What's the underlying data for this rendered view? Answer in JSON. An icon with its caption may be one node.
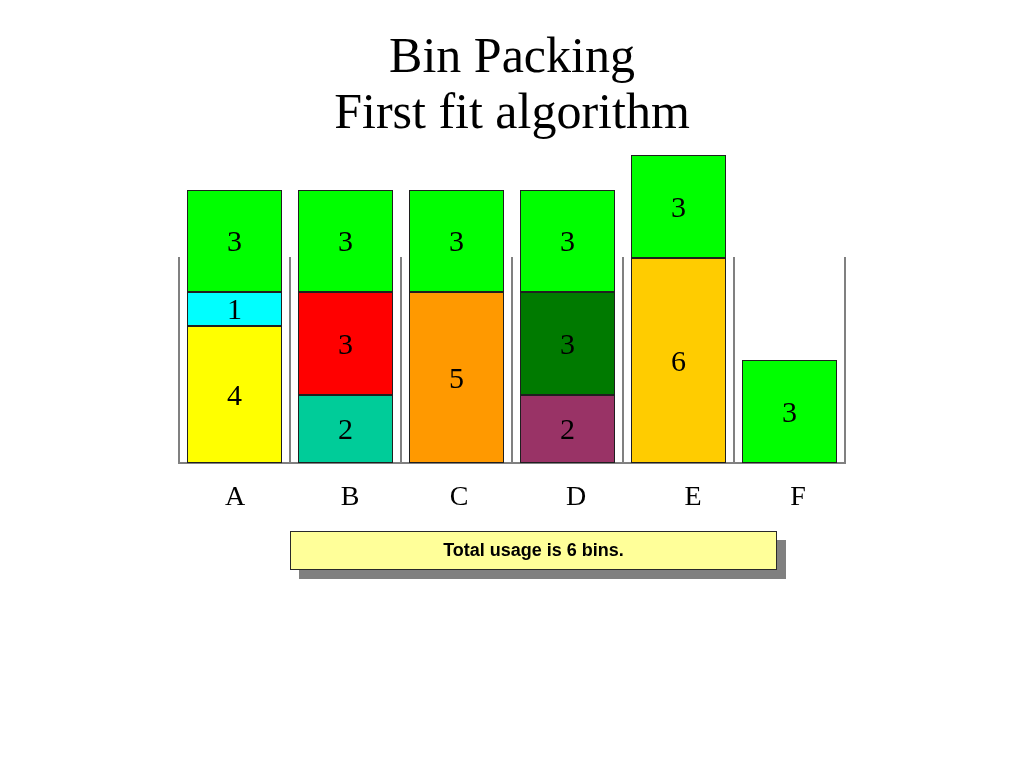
{
  "diagram": {
    "title": "Bin Packing",
    "nodes": [
      {
        "text": [
          "3"
        ]
      },
      {
        "text": [
          "1"
        ]
      },
      {
        "text": [
          "4"
        ]
      },
      {
        "text": [
          "3"
        ]
      },
      {
        "text": [
          "3"
        ]
      },
      {
        "text": [
          "2"
        ]
      },
      {
        "text": [
          "3"
        ]
      },
      {
        "text": [
          "5"
        ]
      },
      {
        "text": [
          "3"
        ]
      },
      {
        "text": [
          "3"
        ]
      },
      {
        "text": [
          "2"
        ]
      },
      {
        "text": [
          "3"
        ]
      },
      {
        "text": [
          "6"
        ]
      },
      {
        "text": [
          "3"
        ]
      },
      {
        "text": [
          "Total usage is 6 bins."
        ]
      }
    ],
    "labels": [
      "First fit algorithm",
      "A",
      "B",
      "C",
      "D",
      "E",
      "F"
    ]
  }
}
